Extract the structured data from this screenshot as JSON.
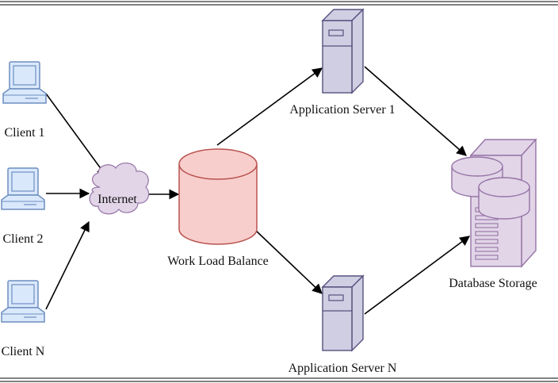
{
  "nodes": {
    "client1": {
      "label": "Client 1"
    },
    "client2": {
      "label": "Client 2"
    },
    "clientN": {
      "label": "Client N"
    },
    "internet": {
      "label": "Internet"
    },
    "balancer": {
      "label": "Work Load Balance"
    },
    "server1": {
      "label": "Application Server 1"
    },
    "serverN": {
      "label": "Application Server N"
    },
    "database": {
      "label": "Database Storage"
    }
  },
  "colors": {
    "client_fill": "#dae8fc",
    "client_stroke": "#6c8ebf",
    "cloud_fill": "#e1d5e7",
    "cloud_stroke": "#9673a6",
    "balancer_fill": "#f8cecc",
    "balancer_stroke": "#b85450",
    "server_fill": "#d0cee2",
    "server_stroke": "#56517e",
    "db_fill": "#e1d5e7",
    "db_stroke": "#9673a6",
    "edge": "#000000"
  }
}
